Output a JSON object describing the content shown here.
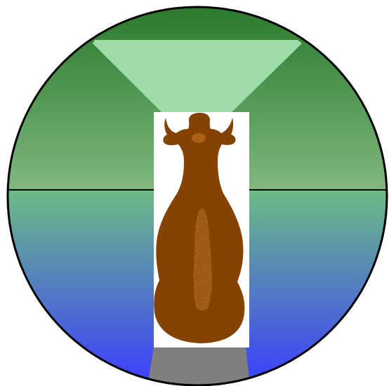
{
  "diagram": {
    "kind": "top-down view of a cow inside a circular field of view",
    "colors": {
      "background": "#ffffff",
      "outline": "#000000",
      "upper_gradient_top": "#2b7a2c",
      "upper_gradient_bottom": "#7fb87f",
      "lower_gradient_top": "#6cbb84",
      "lower_gradient_bottom": "#3a3dff",
      "forward_cone": "#a0dcaa",
      "rear_shadow": "#7f7f7f",
      "animal_frame": "#ffffff",
      "cow_body": "#854200",
      "cow_spine_speckle": "#b8661e"
    },
    "elements": [
      {
        "name": "vision-circle",
        "role": "field of view"
      },
      {
        "name": "horizon-line",
        "role": "divider between upper and lower fields"
      },
      {
        "name": "forward-vision-cone",
        "role": "light green frontal region"
      },
      {
        "name": "rear-blind-spot",
        "role": "grey region behind the animal"
      },
      {
        "name": "cow-silhouette",
        "role": "animal seen from above, head facing up"
      }
    ]
  }
}
